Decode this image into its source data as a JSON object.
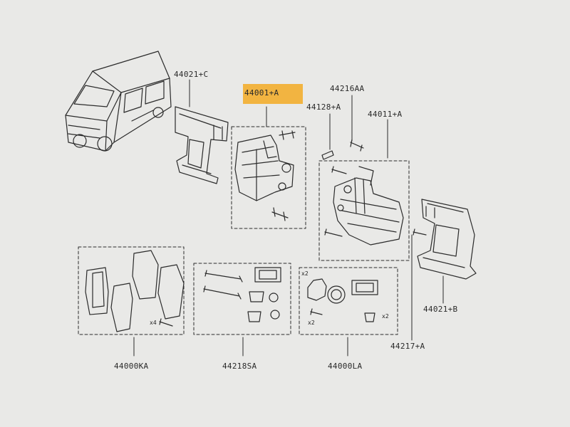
{
  "diagram": {
    "highlight_color": "#f2b441",
    "parts": {
      "caliper_support_front": "44021+C",
      "caliper_assembly_front": "44001+A",
      "bleeder_screw": "44128+A",
      "caliper_bolt": "44216AA",
      "caliper_assembly_rear": "44011+A",
      "caliper_support_rear": "44021+B",
      "pad_kit": "44000KA",
      "pin_boot_kit": "44218SA",
      "seal_kit": "44000LA",
      "mounting_bolt": "44217+A"
    },
    "quantities": {
      "pad_bolt": "x4",
      "seal_ring": "x2",
      "seal_small": "x2",
      "seal_piston": "x2"
    }
  }
}
